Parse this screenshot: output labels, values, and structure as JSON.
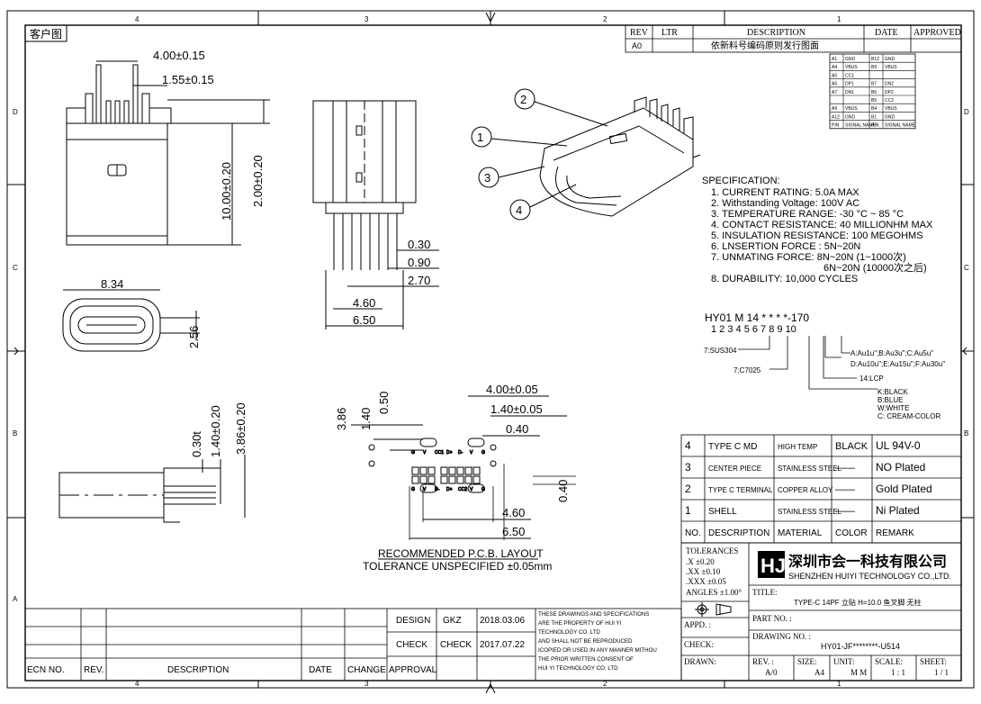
{
  "sheet": {
    "title_tag": "客户图",
    "top_cols": [
      "4",
      "3",
      "2",
      "1"
    ],
    "bottom_cols": [
      "4",
      "3",
      "2",
      "1"
    ],
    "left_rows": [
      "D",
      "C",
      "B",
      "A"
    ],
    "right_rows": [
      "D",
      "C",
      "B"
    ]
  },
  "revision": {
    "headers": {
      "rev": "REV",
      "ltr": "LTR",
      "desc": "DESCRIPTION",
      "date": "DATE",
      "approved": "APPROVED"
    },
    "row": {
      "rev": "A0",
      "ltr": "",
      "desc": "依新料号编码原则发行图面",
      "date": "",
      "approved": ""
    }
  },
  "pin_table": {
    "rows": [
      [
        "A1",
        "GND",
        "B12",
        "GND"
      ],
      [
        "A4",
        "VBUS",
        "B9",
        "VBUS"
      ],
      [
        "A5",
        "CC1",
        "",
        ""
      ],
      [
        "A6",
        "DP1",
        "B7",
        "DN2"
      ],
      [
        "A7",
        "DN1",
        "B6",
        "DP2"
      ],
      [
        "",
        "",
        "B5",
        "CC2"
      ],
      [
        "A9",
        "VBUS",
        "B4",
        "VBUS"
      ],
      [
        "A12",
        "GND",
        "B1",
        "GND"
      ],
      [
        "PIN",
        "SIGNAL NAME",
        "PIN",
        "SIGNAL NAME"
      ]
    ]
  },
  "callouts": [
    "2",
    "1",
    "3",
    "4"
  ],
  "dimensions": {
    "d1": "4.00±0.15",
    "d2": "1.55±0.15",
    "d3": "10.00±0.20",
    "d4": "2.00±0.20",
    "d5": "0.30",
    "d6": "0.90",
    "d7": "2.70",
    "d8": "4.60",
    "d9": "6.50",
    "d10": "8.34",
    "d11": "2.56",
    "d12": "0.30t",
    "d13": "1.40±0.20",
    "d14": "3.86±0.20",
    "d15": "3.86",
    "d16": "1.40",
    "d17": "0.50",
    "d18": "4.00±0.05",
    "d19": "1.40±0.05",
    "d20": "0.40",
    "d21": "0.40",
    "d22": "4.60",
    "d23": "6.50"
  },
  "pcb_pad_labels": {
    "top": [
      "G",
      "V",
      "CC1",
      "D+",
      "D-",
      "V",
      "G"
    ],
    "bottom": [
      "G",
      "V",
      "D-",
      "D+",
      "CC2",
      "V",
      "G"
    ]
  },
  "pcb": {
    "line1": "RECOMMENDED   P.C.B.  LAYOUT",
    "line2": "TOLERANCE  UNSPECIFIED  ±0.05mm"
  },
  "specification": {
    "title": "SPECIFICATION:",
    "items": [
      "1.  CURRENT  RATING: 5.0A  MAX",
      "2.  Withstanding  Voltage: 100V  AC",
      "3.  TEMPERATURE  RANGE: -30 °C  ~  85 °C",
      "4.  CONTACT  RESISTANCE: 40  MILLIONHM  MAX",
      "5.  INSULATION  RESISTANCE: 100  MEGOHMS",
      "6.  LNSERTION  FORCE : 5N~20N",
      "7.  UNMATING  FORCE: 8N~20N  (1~1000次)",
      "6N~20N  (10000次之后)",
      "8.  DURABILITY:   10,000  CYCLES"
    ]
  },
  "part_code": {
    "code": "HY01  M  14   *   *   *   *-170",
    "positions": "1   2    3   4    5    6    7    8    9    10",
    "opt5": "7:SUS304",
    "opt6": "7:C7025",
    "opt8": "14:LCP",
    "opt9a": "A:Au1u\";B:Au3u\";C:Au5u\"",
    "opt9b": "D:Au10u\";E:Au15u\";F:Au30u\"",
    "opt7": [
      "K:BLACK",
      "B:BLUE",
      "W:WHITE",
      "C: CREAM-COLOR"
    ]
  },
  "bom": {
    "rows": [
      {
        "no": "4",
        "desc": "TYPE  C  MD",
        "material": "HIGH  TEMP",
        "color": "BLACK",
        "remark": "UL  94V-0"
      },
      {
        "no": "3",
        "desc": "CENTER  PIECE",
        "material": "STAINLESS  STEEL",
        "color": "——",
        "remark": "NO  Plated"
      },
      {
        "no": "2",
        "desc": "TYPE  C  TERMINAL",
        "material": "COPPER  ALLOY",
        "color": "——",
        "remark": "Gold  Plated"
      },
      {
        "no": "1",
        "desc": "SHELL",
        "material": "STAINLESS  STEEL",
        "color": "——",
        "remark": "Ni  Plated"
      }
    ],
    "headers": {
      "no": "NO.",
      "desc": "DESCRIPTION",
      "material": "MATERIAL",
      "color": "COLOR",
      "remark": "REMARK"
    }
  },
  "tolerances": {
    "title": "TOLERANCES",
    "lines": [
      ".X      ±0.20",
      ".XX     ±0.10",
      ".XXX    ±0.05",
      "ANGLES ±1.00°"
    ]
  },
  "company": {
    "logo_text": "HJ",
    "name_cn": "深圳市会一科技有限公司",
    "name_en": "SHENZHEN  HUIYI  TECHNOLOGY  CO.,LTD."
  },
  "title_block": {
    "title_label": "TITLE:",
    "title_value": "TYPE-C 14PF 立贴 H=10.0 鱼叉脚 无柱",
    "part_no_label": "PART NO. :",
    "appd_label": "APPD. :",
    "check_label": "CHECK:",
    "drawing_no_label": "DRAWING  NO. :",
    "drawing_no_value": "HY01-JF********-U514",
    "drawn_label": "DRAWN:",
    "rev_label": "REV. :",
    "rev_value": "A/0",
    "size_label": "SIZE:",
    "size_value": "A4",
    "unit_label": "UNIT:",
    "unit_value": "M M",
    "scale_label": "SCALE:",
    "scale_value": "1 : 1",
    "sheet_label": "SHEET:",
    "sheet_value": "1 / 1"
  },
  "approval": {
    "design_label": "DESIGN",
    "design_by": "GKZ",
    "design_date": "2018.03.06",
    "check_label": "CHECK",
    "check_by": "CHECK",
    "check_date": "2017.07.22",
    "approval_label": "APPROVAL",
    "notice": [
      "THESE DRAWINGS AND SPECIFICATIONS",
      "ARE THE PROPERTY OF HUI YI",
      "TECHNOLOGY  CO. LTD",
      "AND SHALL NOT BE REPRODUCED",
      "ICOPIED OR USED IN ANY MANNER MITHOU",
      "THE PRIOR WRITTEN CONSENT OF",
      "HUI YI  TECHNOLOGY CO. LTD"
    ]
  },
  "change_block": {
    "ecn": "ECN NO.",
    "rev": "REV.",
    "desc": "DESCRIPTION",
    "date": "DATE",
    "change": "CHANGE"
  }
}
